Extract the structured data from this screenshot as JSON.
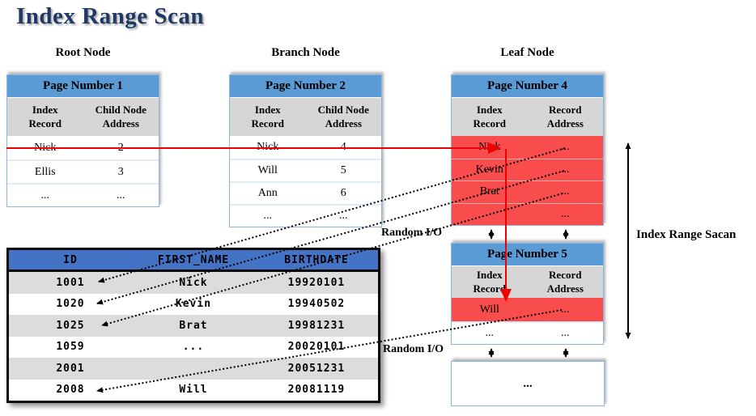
{
  "title": "Index Range Scan",
  "colors": {
    "page_header_blue": "#5B9BD5",
    "col_header_gray": "#D6D6D6",
    "highlight_red": "#F94C4C",
    "data_header_blue": "#4472C4",
    "row_gray": "#DCDCDC",
    "title_navy": "#1F3864",
    "line_red": "#EE0000",
    "table_border_blue": "#8DB4E2"
  },
  "nodes": {
    "root": {
      "label": "Root Node",
      "page": "Page Number 1",
      "col1": "Index Record",
      "col2": "Child Node Address",
      "rows": [
        {
          "c0": "Nick",
          "c1": "2"
        },
        {
          "c0": "Ellis",
          "c1": "3"
        },
        {
          "c0": "...",
          "c1": "..."
        }
      ]
    },
    "branch": {
      "label": "Branch Node",
      "page": "Page Number 2",
      "col1": "Index Record",
      "col2": "Child Node Address",
      "rows": [
        {
          "c0": "Nick",
          "c1": "4"
        },
        {
          "c0": "Will",
          "c1": "5"
        },
        {
          "c0": "Ann",
          "c1": "6"
        },
        {
          "c0": "...",
          "c1": "..."
        }
      ]
    },
    "leaf4": {
      "label": "Leaf Node",
      "page": "Page Number 4",
      "col1": "Index Record",
      "col2": "Record Address",
      "rows": [
        {
          "c0": "Nick",
          "c1": "..."
        },
        {
          "c0": "Kevin",
          "c1": "..."
        },
        {
          "c0": "Brat",
          "c1": "..."
        },
        {
          "c0": "",
          "c1": "..."
        }
      ]
    },
    "leaf5": {
      "page": "Page Number 5",
      "col1": "Index Record",
      "col2": "Record Address",
      "rows": [
        {
          "c0": "Will",
          "c1": "..."
        },
        {
          "c0": "...",
          "c1": "..."
        }
      ]
    },
    "overflow_box": {
      "text": "..."
    }
  },
  "data_table": {
    "headers": [
      "ID",
      "FIRST_NAME",
      "BIRTHDATE"
    ],
    "rows": [
      [
        "1001",
        "Nick",
        "19920101"
      ],
      [
        "1020",
        "Kevin",
        "19940502"
      ],
      [
        "1025",
        "Brat",
        "19981231"
      ],
      [
        "1059",
        "...",
        "20020101"
      ],
      [
        "2001",
        "",
        "20051231"
      ],
      [
        "2008",
        "Will",
        "20081119"
      ]
    ]
  },
  "annotations": {
    "random_io_top": "Random I/O",
    "random_io_bottom": "Random I/O",
    "range_label": "Index Range Sacan"
  }
}
